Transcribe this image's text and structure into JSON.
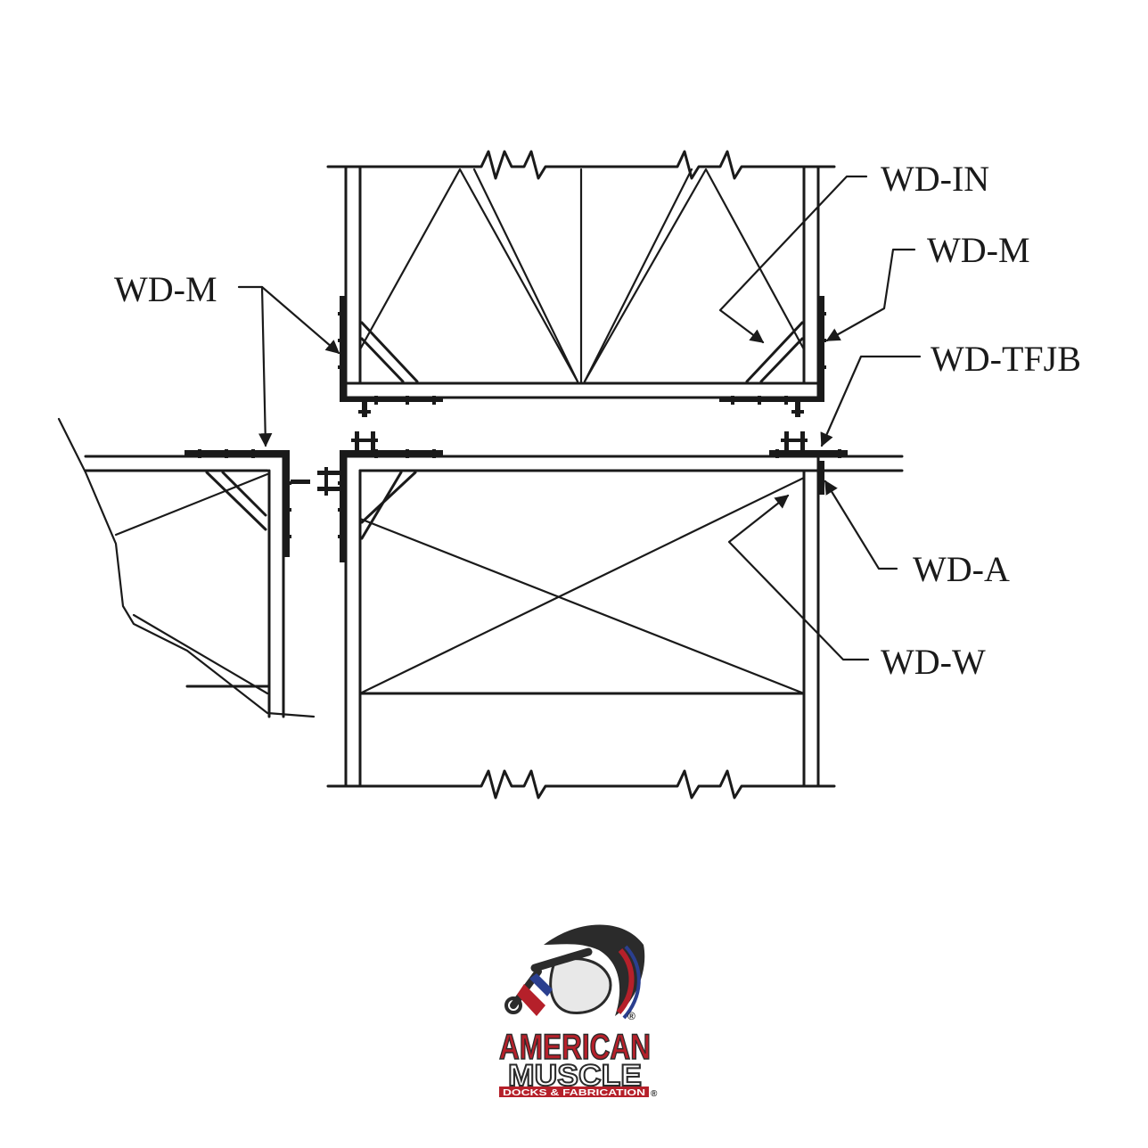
{
  "labels": {
    "wd_in": "WD-IN",
    "wd_m_right": "WD-M",
    "wd_m_left": "WD-M",
    "wd_tfjb": "WD-TFJB",
    "wd_a": "WD-A",
    "wd_w": "WD-W"
  },
  "logo": {
    "line1": "AMERICAN",
    "line2": "MUSCLE",
    "line3": "DOCKS & FABRICATION",
    "registered": "®"
  },
  "colors": {
    "line": "#1a1a1a",
    "logo_red": "#b5202a",
    "logo_blue": "#2a3f8f",
    "logo_dark": "#2b2b2b"
  }
}
